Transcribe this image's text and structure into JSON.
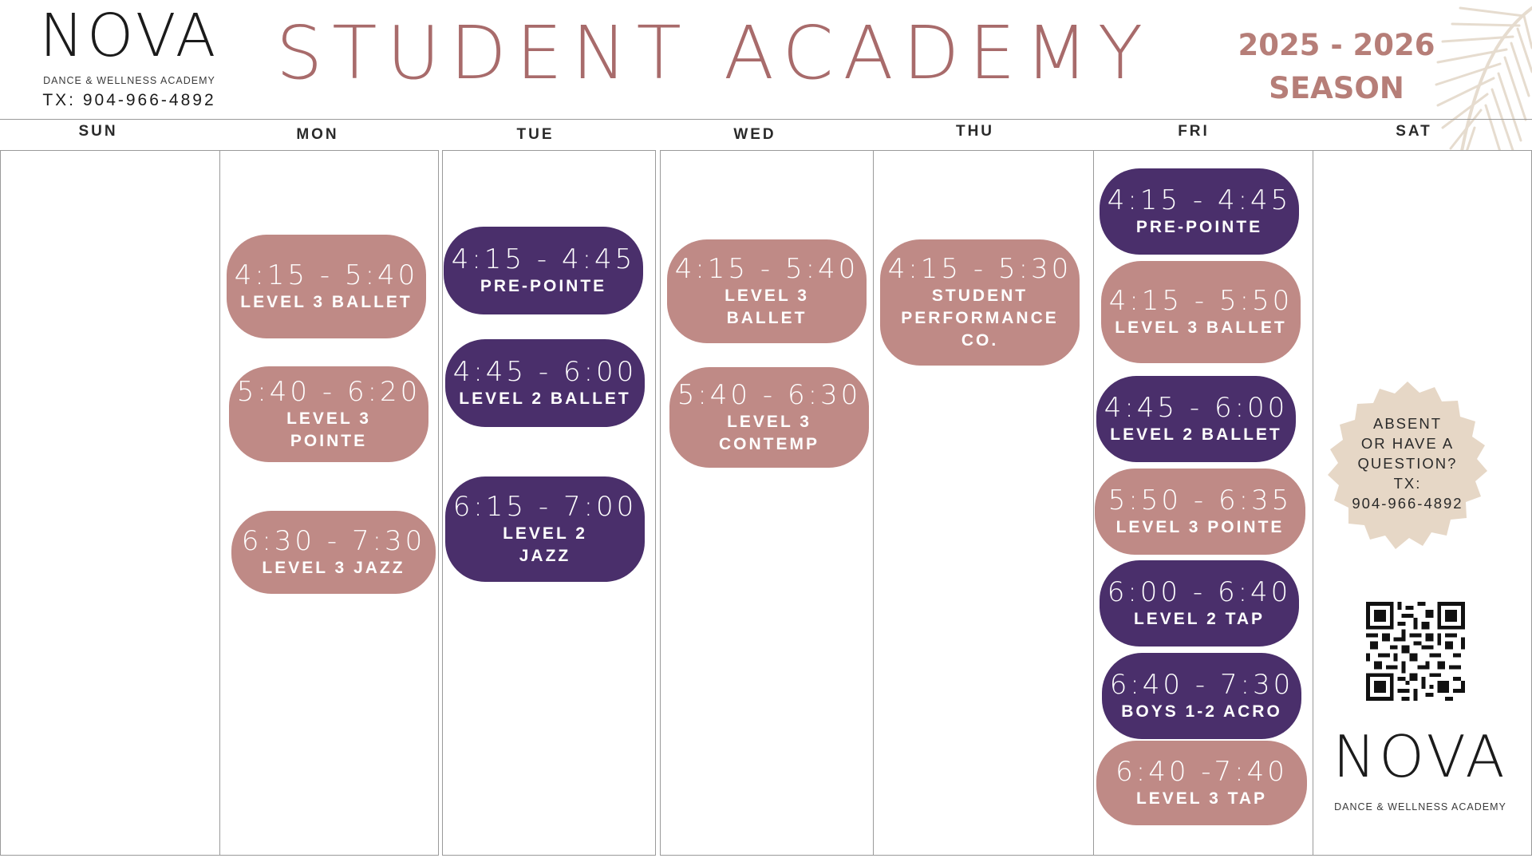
{
  "header": {
    "logo_word": "NOVA",
    "logo_subtitle": "DANCE & WELLNESS ACADEMY",
    "logo_phone": "TX: 904-966-4892",
    "title": "STUDENT ACADEMY",
    "season_line1": "2025 - 2026",
    "season_line2": "SEASON"
  },
  "days": [
    "SUN",
    "MON",
    "TUE",
    "WED",
    "THU",
    "FRI",
    "SAT"
  ],
  "colors": {
    "rose": "#bf8a86",
    "plum": "#4a2f6b",
    "title": "#a86b6b",
    "badge": "#e6d7c6"
  },
  "schedule": {
    "mon": [
      {
        "time": "4:15 - 5:40",
        "name": "LEVEL 3 BALLET",
        "color": "rose"
      },
      {
        "time": "5:40 - 6:20",
        "name": "LEVEL 3 POINTE",
        "color": "rose"
      },
      {
        "time": "6:30 - 7:30",
        "name": "LEVEL 3 JAZZ",
        "color": "rose"
      }
    ],
    "tue": [
      {
        "time": "4:15 - 4:45",
        "name": "PRE-POINTE",
        "color": "plum"
      },
      {
        "time": "4:45 - 6:00",
        "name": "LEVEL 2 BALLET",
        "color": "plum"
      },
      {
        "time": "6:15 - 7:00",
        "name": "LEVEL 2 JAZZ",
        "color": "plum"
      }
    ],
    "wed": [
      {
        "time": "4:15 - 5:40",
        "name": "LEVEL 3 BALLET",
        "color": "rose"
      },
      {
        "time": "5:40 - 6:30",
        "name": "LEVEL 3 CONTEMP",
        "color": "rose"
      }
    ],
    "thu": [
      {
        "time": "4:15 - 5:30",
        "name": "STUDENT PERFORMANCE CO.",
        "color": "rose"
      }
    ],
    "fri": [
      {
        "time": "4:15 - 4:45",
        "name": "PRE-POINTE",
        "color": "plum"
      },
      {
        "time": "4:15 - 5:50",
        "name": "LEVEL 3 BALLET",
        "color": "rose"
      },
      {
        "time": "4:45 - 6:00",
        "name": "LEVEL 2 BALLET",
        "color": "plum"
      },
      {
        "time": "5:50 - 6:35",
        "name": "LEVEL 3 POINTE",
        "color": "rose"
      },
      {
        "time": "6:00 - 6:40",
        "name": "LEVEL 2 TAP",
        "color": "plum"
      },
      {
        "time": "6:40 - 7:30",
        "name": "BOYS 1-2 ACRO",
        "color": "plum"
      },
      {
        "time": "6:40 -7:40",
        "name": "LEVEL 3 TAP",
        "color": "rose"
      }
    ]
  },
  "badge": {
    "line1": "ABSENT",
    "line2": "OR HAVE A",
    "line3": "QUESTION?",
    "line4": "TX:",
    "line5": "904-966-4892"
  },
  "footer": {
    "logo_word": "NOVA",
    "logo_subtitle": "DANCE & WELLNESS ACADEMY"
  }
}
